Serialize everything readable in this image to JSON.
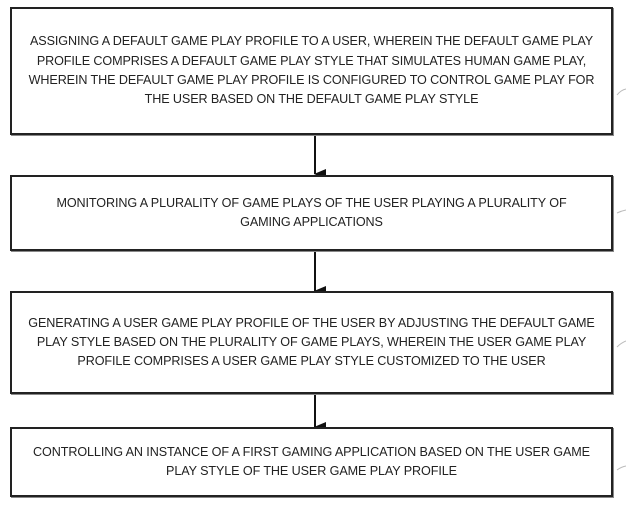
{
  "steps": [
    {
      "text": "ASSIGNING A DEFAULT GAME PLAY PROFILE TO A USER, WHEREIN THE DEFAULT GAME PLAY PROFILE COMPRISES A DEFAULT GAME PLAY STYLE THAT SIMULATES HUMAN GAME PLAY, WHEREIN THE DEFAULT GAME PLAY PROFILE IS CONFIGURED TO CONTROL GAME PLAY FOR THE USER BASED ON THE DEFAULT GAME PLAY STYLE"
    },
    {
      "text": "MONITORING A PLURALITY OF GAME PLAYS OF THE USER PLAYING A PLURALITY OF GAMING APPLICATIONS"
    },
    {
      "text": "GENERATING A USER GAME PLAY PROFILE OF THE USER BY ADJUSTING THE DEFAULT GAME PLAY STYLE BASED ON THE PLURALITY OF GAME PLAYS, WHEREIN THE USER GAME PLAY PROFILE COMPRISES A USER GAME PLAY STYLE CUSTOMIZED TO THE USER"
    },
    {
      "text": "CONTROLLING AN INSTANCE OF A FIRST GAMING APPLICATION BASED ON THE USER GAME PLAY STYLE OF THE USER GAME PLAY PROFILE"
    }
  ]
}
